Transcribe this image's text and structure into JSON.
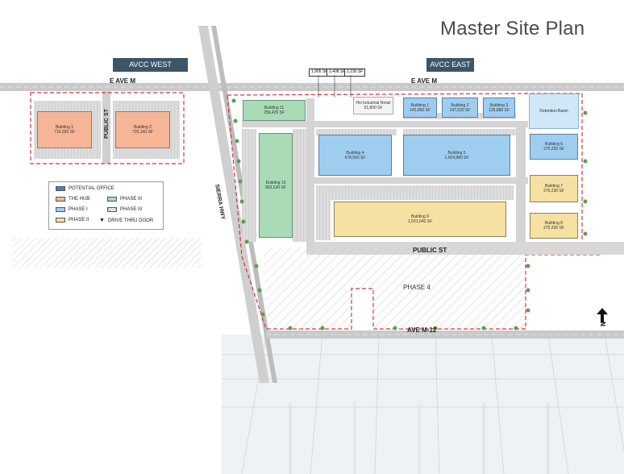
{
  "title": "Master Site Plan",
  "sections": {
    "west": "AVCC WEST",
    "east": "AVCC EAST"
  },
  "roads": {
    "west_ave_m": "E AVE M",
    "east_ave_m": "E AVE M",
    "public_st_west": "PUBLIC ST",
    "public_st_south": "PUBLIC ST",
    "sierra_hwy": "SIERRA HWY",
    "ave_m12": "AVE M-12"
  },
  "buildings": {
    "w1": {
      "name": "Building 1",
      "sf": "716,050 SF"
    },
    "w2": {
      "name": "Building 2",
      "sf": "725,140 SF"
    },
    "e11": {
      "name": "Building 11",
      "sf": "256,425 SF"
    },
    "hsi": {
      "name": "Hsi Industrial Retail",
      "sf": "61,800 SF"
    },
    "e1": {
      "name": "Building 1",
      "sf": "142,960 SF"
    },
    "e2": {
      "name": "Building 2",
      "sf": "147,520 SF"
    },
    "e3": {
      "name": "Building 3",
      "sf": "135,880 SF"
    },
    "detention": {
      "name": "Detention Basin"
    },
    "e4": {
      "name": "Building 4",
      "sf": "678,560 SF"
    },
    "e5": {
      "name": "Building 5",
      "sf": "1,004,880 SF"
    },
    "e6": {
      "name": "Building 6",
      "sf": "275,230 SF"
    },
    "e10": {
      "name": "Building 10",
      "sf": "953,530 SF"
    },
    "e7": {
      "name": "Building 7",
      "sf": "275,230 SF"
    },
    "e9": {
      "name": "Building 9",
      "sf": "1,531,040 SF"
    },
    "e8": {
      "name": "Building 8",
      "sf": "275,230 SF"
    }
  },
  "phase4": "PHASE 4",
  "callouts": [
    "1,905 SF",
    "2,408 SF",
    "2,230 SF"
  ],
  "legend": {
    "potential_office": "POTENTIAL OFFICE",
    "the_hub": "THE HUB",
    "phase_iii": "PHASE III",
    "phase_i": "PHASE I",
    "phase_iv": "PHASE IV",
    "phase_ii": "PHASE II",
    "drive_thru": "DRIVE THRU DOOR"
  },
  "north": "N",
  "colors": {
    "hub": "#f6b596",
    "phase1": "#9fcdf0",
    "phase2": "#f5e1a1",
    "phase3": "#a9dbb6",
    "office": "#4a7fc1",
    "boundary": "#d9323b",
    "pill": "#3d5568"
  }
}
